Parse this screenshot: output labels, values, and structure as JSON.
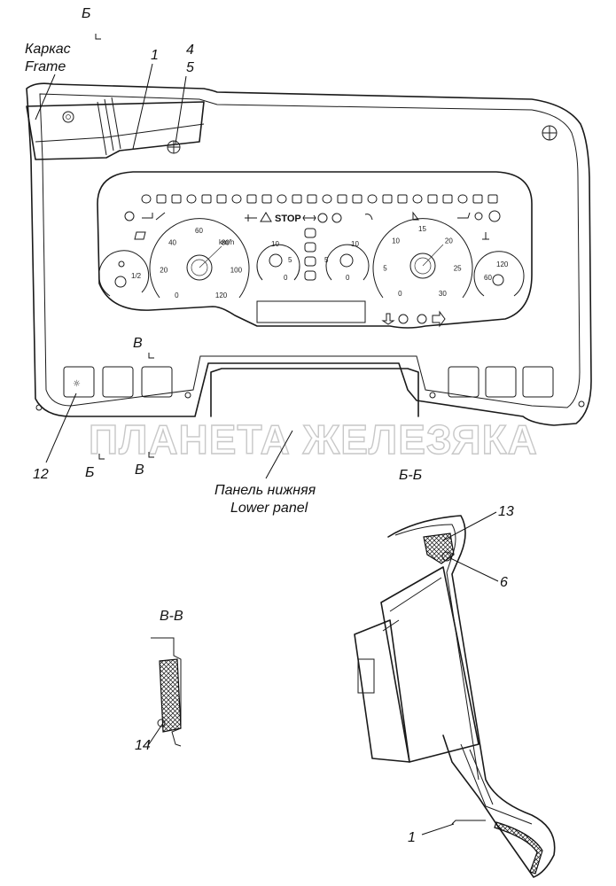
{
  "labels": {
    "frame_ru": "Каркас",
    "frame_en": "Frame",
    "lower_panel_ru": "Панель нижняя",
    "lower_panel_en": "Lower panel",
    "section_bb": "Б-Б",
    "section_vv": "В-В",
    "cut_b": "Б",
    "cut_v": "В",
    "stop_text": "STOP"
  },
  "callouts": [
    "1",
    "4",
    "5",
    "12",
    "13",
    "6",
    "14",
    "1"
  ],
  "speedometer": {
    "ticks": [
      "0",
      "20",
      "40",
      "60",
      "80",
      "100",
      "120"
    ],
    "unit": "km/h"
  },
  "tachometer": {
    "ticks": [
      "0",
      "5",
      "10",
      "15",
      "20",
      "25",
      "30"
    ]
  },
  "fuel_gauge": {
    "ticks": [
      "1/2"
    ]
  },
  "temp_gauge": {
    "ticks": [
      "120",
      "60"
    ]
  },
  "small_gauges": {
    "left_ticks": [
      "10",
      "5",
      "0"
    ],
    "right_ticks": [
      "10",
      "5",
      "0"
    ]
  },
  "watermark": "ПЛАНЕТА ЖЕЛЕЗЯКА"
}
